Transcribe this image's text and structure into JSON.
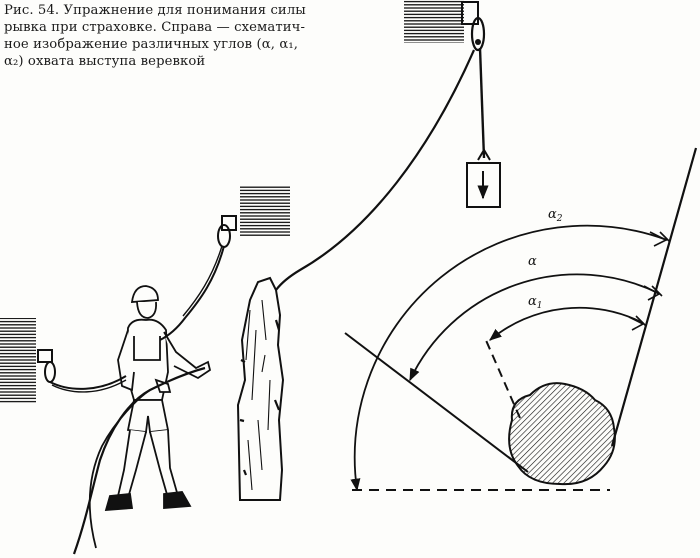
{
  "caption": {
    "lines": [
      "Рис. 54. Упражнение для понимания силы",
      "рывка при страховке. Справа — схематич-",
      "ное изображение различных углов (α, α₁,",
      "α₂) охвата выступа веревкой"
    ]
  },
  "diagram": {
    "angle_labels": {
      "alpha2": {
        "main": "α",
        "sub": "2"
      },
      "alpha": {
        "main": "α",
        "sub": ""
      },
      "alpha1": {
        "main": "α",
        "sub": "1"
      }
    }
  },
  "colors": {
    "ink": "#111111",
    "paper": "#fdfdfb"
  }
}
